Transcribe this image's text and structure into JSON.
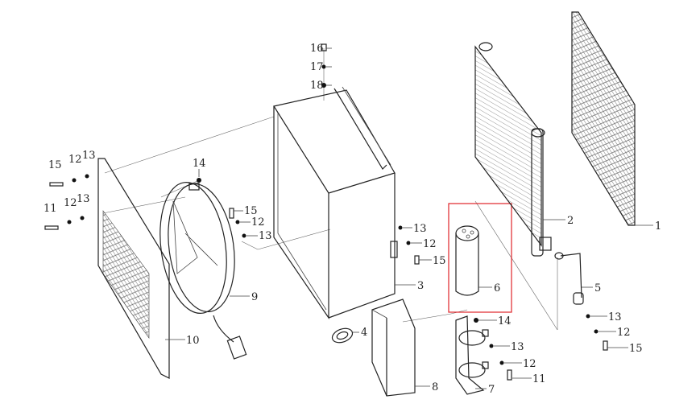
{
  "title": "Condenser assembly exploded view",
  "highlight_color": "#e0242a",
  "labels": {
    "l16": "16",
    "l17": "17",
    "l18": "18",
    "l15a": "15",
    "l12a": "12",
    "l13a": "13",
    "l11a": "11",
    "l12b": "12",
    "l13b": "13",
    "l14a": "14",
    "l15b": "15",
    "l12c": "12",
    "l13c": "13",
    "l10": "10",
    "l9": "9",
    "l13d": "13",
    "l12d": "12",
    "l15c": "15",
    "l3": "3",
    "l4": "4",
    "l8": "8",
    "l6": "6",
    "l14b": "14",
    "l13e": "13",
    "l12e": "12",
    "l11b": "11",
    "l7": "7",
    "l2": "2",
    "l1": "1",
    "l5": "5",
    "l13f": "13",
    "l12f": "12",
    "l15d": "15"
  }
}
